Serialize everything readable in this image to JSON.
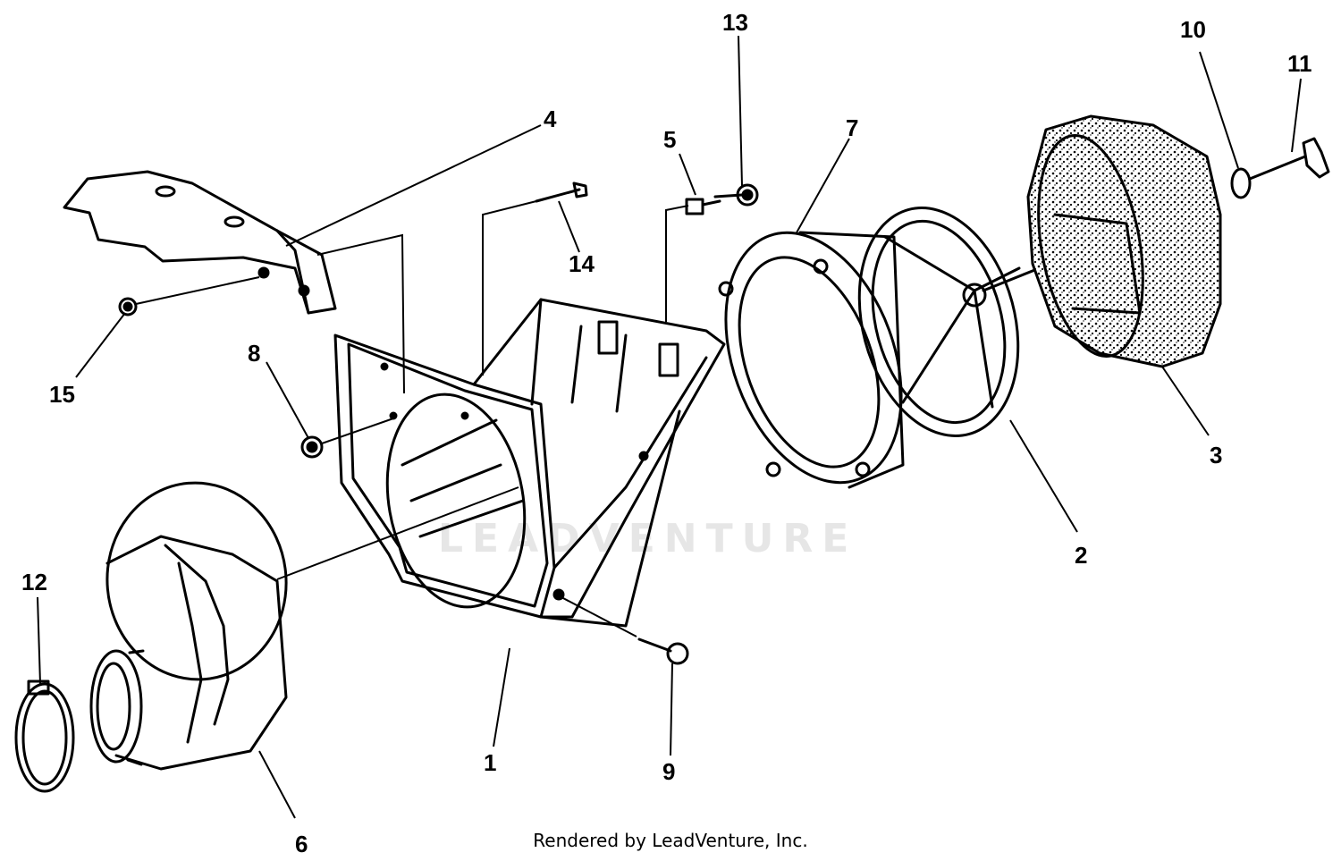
{
  "watermark": "LEADVENTURE",
  "credit": "Rendered by LeadVenture, Inc.",
  "callouts": [
    "1",
    "2",
    "3",
    "4",
    "5",
    "6",
    "7",
    "8",
    "9",
    "10",
    "11",
    "12",
    "13",
    "14",
    "15"
  ]
}
